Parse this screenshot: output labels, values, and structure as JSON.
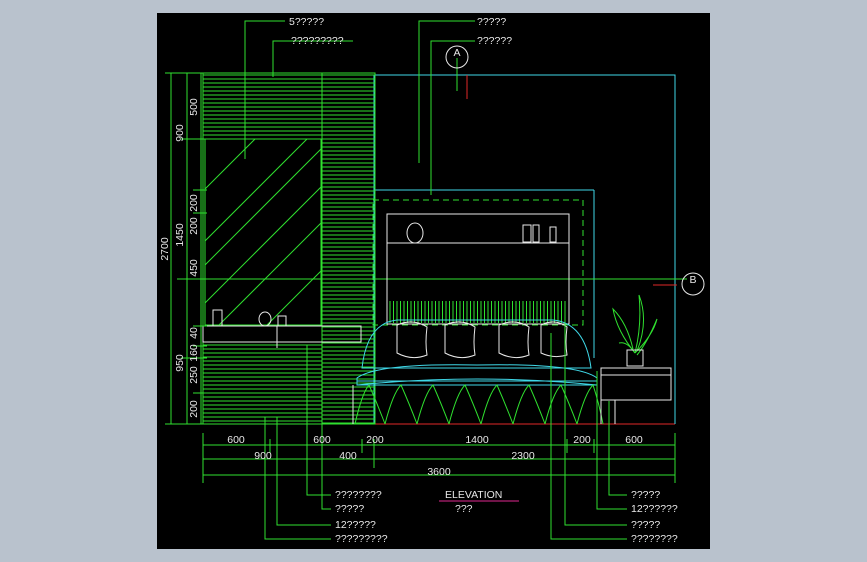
{
  "title": "ELEVATION",
  "subtitle": "???",
  "sections": {
    "a": "A",
    "b": "B"
  },
  "top_callouts": [
    "5?????",
    "?????????",
    "?????",
    "??????"
  ],
  "bottom_callouts": [
    "????????",
    "?????",
    "12?????",
    "?????????",
    "?????",
    "12??????",
    "?????",
    "????????"
  ],
  "dims_h_row1": [
    "600",
    "600",
    "200",
    "1400",
    "200",
    "600"
  ],
  "dims_h_row2": [
    "900",
    "400",
    "2300"
  ],
  "dims_h_total": "3600",
  "dims_v_outer": [
    "2700"
  ],
  "dims_v_mid": [
    "900",
    "1450",
    "950"
  ],
  "dims_v_inner": [
    "500",
    "200",
    "200",
    "450",
    "40",
    "160",
    "250",
    "200"
  ],
  "colors": {
    "background": "#000000",
    "sheet_frame": "#b9c2cd",
    "lines_green": "#2fe02f",
    "lines_cyan": "#3fd8e8",
    "text": "#e8e8e8",
    "accent_red": "#e02828",
    "accent_magenta": "#e02890"
  }
}
